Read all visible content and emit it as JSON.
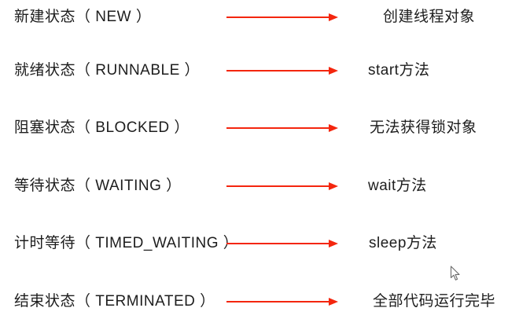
{
  "colors": {
    "arrow": "#f4260e",
    "text": "#1d1d1d"
  },
  "diagram": {
    "description": "Java thread lifecycle states mapped to their triggers/results",
    "rows": [
      {
        "state": "新建状态（ NEW ）",
        "result": "创建线程对象"
      },
      {
        "state": "就绪状态（ RUNNABLE ）",
        "result": "start方法"
      },
      {
        "state": "阻塞状态（ BLOCKED ）",
        "result": "无法获得锁对象"
      },
      {
        "state": "等待状态（ WAITING ）",
        "result": "wait方法"
      },
      {
        "state": "计时等待（ TIMED_WAITING ）",
        "result": "sleep方法"
      },
      {
        "state": "结束状态（ TERMINATED ）",
        "result": "全部代码运行完毕"
      }
    ]
  }
}
